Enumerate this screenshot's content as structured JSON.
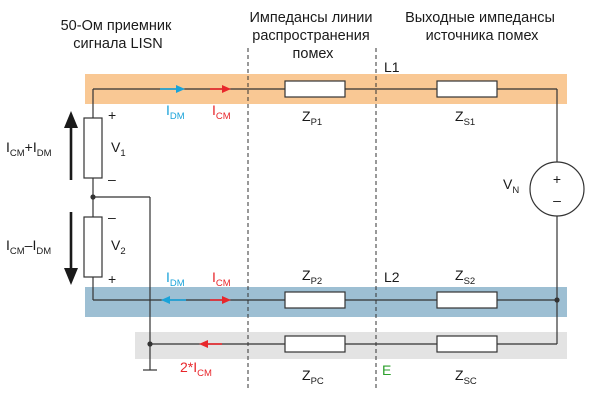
{
  "headings": {
    "lisn": [
      "50-Ом приемник",
      "сигнала LISN"
    ],
    "line_impedance": [
      "Импедансы линии",
      "распространения",
      "помех"
    ],
    "source_impedance": [
      "Выходные импедансы",
      "источника помех"
    ]
  },
  "nodes": {
    "l1": "L1",
    "l2": "L2",
    "e": "E"
  },
  "components": {
    "zp1": {
      "main": "Z",
      "sub": "P1"
    },
    "zs1": {
      "main": "Z",
      "sub": "S1"
    },
    "zp2": {
      "main": "Z",
      "sub": "P2"
    },
    "zs2": {
      "main": "Z",
      "sub": "S2"
    },
    "zpc": {
      "main": "Z",
      "sub": "PC"
    },
    "zsc": {
      "main": "Z",
      "sub": "SC"
    },
    "v1": {
      "main": "V",
      "sub": "1"
    },
    "v2": {
      "main": "V",
      "sub": "2"
    },
    "vn": {
      "main": "V",
      "sub": "N"
    }
  },
  "polarity": {
    "plus": "+",
    "minus": "–"
  },
  "currents": {
    "idm": {
      "main": "I",
      "sub": "DM"
    },
    "icm": {
      "main": "I",
      "sub": "CM"
    },
    "sum": {
      "a": "I",
      "a_sub": "CM",
      "op": "+I",
      "b_sub": "DM"
    },
    "diff": {
      "a": "I",
      "a_sub": "CM",
      "op": "–I",
      "b_sub": "DM"
    },
    "return": {
      "pre": "2*I",
      "sub": "CM"
    }
  },
  "colors": {
    "l1_band": "#f9c894",
    "l2_band": "#9dbfd3",
    "e_band": "#e3e3e3",
    "idm": "#1aa3d9",
    "icm": "#e8262b",
    "e_label": "#2ca02c"
  }
}
